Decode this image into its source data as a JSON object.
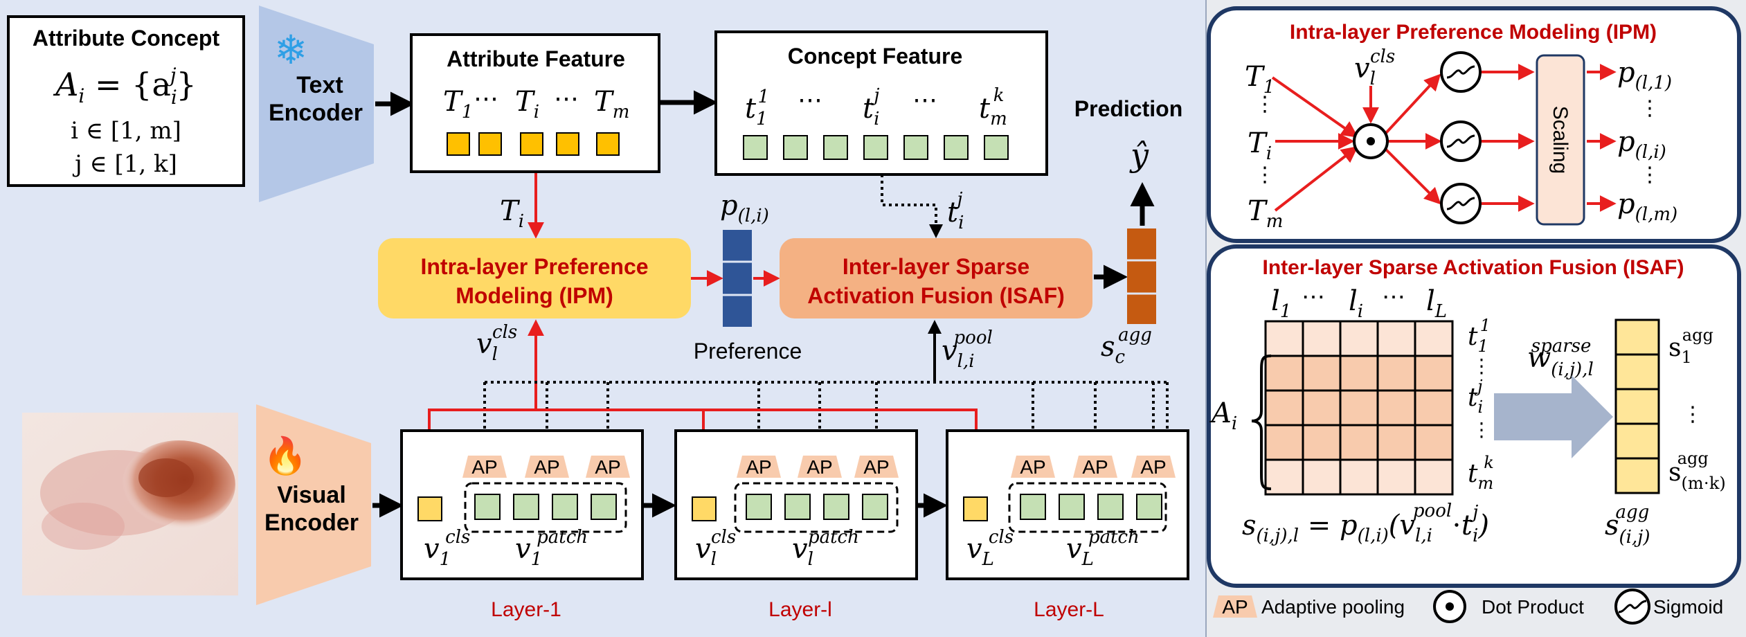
{
  "attribute_concept": {
    "title": "Attribute Concept",
    "formula": "A",
    "formula_sub": "i",
    "formula_rest": " = {a",
    "formula_sup": "j",
    "formula_sub2": "i",
    "formula_close": "}",
    "range_i": "i ∈ [1, m]",
    "range_j": "j ∈ [1, k]"
  },
  "text_encoder": {
    "line1": "Text",
    "line2": "Encoder"
  },
  "visual_encoder": {
    "line1": "Visual",
    "line2": "Encoder"
  },
  "attribute_feature": {
    "title": "Attribute Feature",
    "t1": "T",
    "t1_sub": "1",
    "ti": "T",
    "ti_sub": "i",
    "tm": "T",
    "tm_sub": "m",
    "dots": "⋯"
  },
  "concept_feature": {
    "title": "Concept Feature",
    "c1": "t",
    "c1_sub": "1",
    "c1_sup": "1",
    "ci": "t",
    "ci_sub": "i",
    "ci_sup": "j",
    "ck": "t",
    "ck_sub": "m",
    "ck_sup": "k",
    "dots": "⋯"
  },
  "prediction": {
    "label": "Prediction",
    "yhat": "ŷ"
  },
  "ipm_block": {
    "line1": "Intra-layer Preference",
    "line2": "Modeling (IPM)"
  },
  "isaf_block": {
    "line1": "Inter-layer Sparse",
    "line2": "Activation Fusion (ISAF)"
  },
  "preference": {
    "label": "Preference",
    "p": "p",
    "p_sub": "(l,i)"
  },
  "labels": {
    "Ti": "T",
    "Ti_sub": "i",
    "tij": "t",
    "tij_sub": "i",
    "tij_sup": "j",
    "vcls": "v",
    "vcls_sub": "l",
    "vcls_sup": "cls",
    "vpool": "v",
    "vpool_sub": "l,i",
    "vpool_sup": "pool",
    "sagg": "s",
    "sagg_sub": "c",
    "sagg_sup": "agg"
  },
  "layers": [
    {
      "name": "Layer-1",
      "cls_sub": "1",
      "patch_sub": "1"
    },
    {
      "name": "Layer-l",
      "cls_sub": "l",
      "patch_sub": "l"
    },
    {
      "name": "Layer-L",
      "cls_sub": "L",
      "patch_sub": "L"
    }
  ],
  "layer_text": {
    "ap": "AP",
    "v": "v",
    "cls": "cls",
    "patch": "patch"
  },
  "ipm_panel": {
    "title": "Intra-layer Preference Modeling (IPM)",
    "T1": "T",
    "T1_sub": "1",
    "Ti": "T",
    "Ti_sub": "i",
    "Tm": "T",
    "Tm_sub": "m",
    "v": "v",
    "v_sub": "l",
    "v_sup": "cls",
    "scaling": "Scaling",
    "p1": "p",
    "p1_sub": "(l,1)",
    "pi": "p",
    "pi_sub": "(l,i)",
    "pm": "p",
    "pm_sub": "(l,m)",
    "dot": "⋅"
  },
  "isaf_panel": {
    "title": "Inter-layer Sparse Activation Fusion (ISAF)",
    "col_l1": "l",
    "col_l1_sub": "1",
    "col_li": "l",
    "col_li_sub": "i",
    "col_lL": "l",
    "col_lL_sub": "L",
    "dots": "⋯",
    "Ai": "A",
    "Ai_sub": "i",
    "row_t1": "t",
    "row_t1_sub": "1",
    "row_t1_sup": "1",
    "row_ti": "t",
    "row_ti_sub": "i",
    "row_ti_sup": "j",
    "row_tm": "t",
    "row_tm_sub": "m",
    "row_tm_sup": "k",
    "w": "w",
    "w_sub": "(i,j),l",
    "w_sup": "sparse",
    "s1": "s",
    "s1_sub": "1",
    "s1_sup": "agg",
    "smk": "s",
    "smk_sub": "(m⋅k)",
    "smk_sup": "agg",
    "sij": "s",
    "sij_sub": "(i,j)",
    "sij_sup": "agg",
    "formula_left": "s",
    "formula_left_sub": "(i,j),l",
    "formula_eq": " = p",
    "formula_p_sub": "(l,i)",
    "formula_mid": "(v",
    "formula_v_sub": "l,i",
    "formula_v_sup": "pool",
    "formula_dot": "⋅t",
    "formula_t_sub": "i",
    "formula_t_sup": "j",
    "formula_close": ")"
  },
  "legend": {
    "ap": "AP",
    "ap_label": "Adaptive pooling",
    "dot_label": "Dot Product",
    "sig_label": "Sigmoid"
  },
  "colors": {
    "main_bg": "#dfe6f4",
    "right_bg": "#e9ebef",
    "panel_border": "#1f3864",
    "red": "#e81e1e",
    "dark_red": "#c00000",
    "orange_square": "#ffc000",
    "green_square": "#c5e0b4",
    "ipm_fill": "#ffd966",
    "isaf_fill": "#f4b183",
    "pref_bar": "#2f5597",
    "agg_bar": "#c55a11",
    "encoder_text": "#b4c7e7",
    "encoder_visual": "#f8cbad",
    "ap_fill": "#f8cbad",
    "matrix_fill": "#f8cbad"
  }
}
